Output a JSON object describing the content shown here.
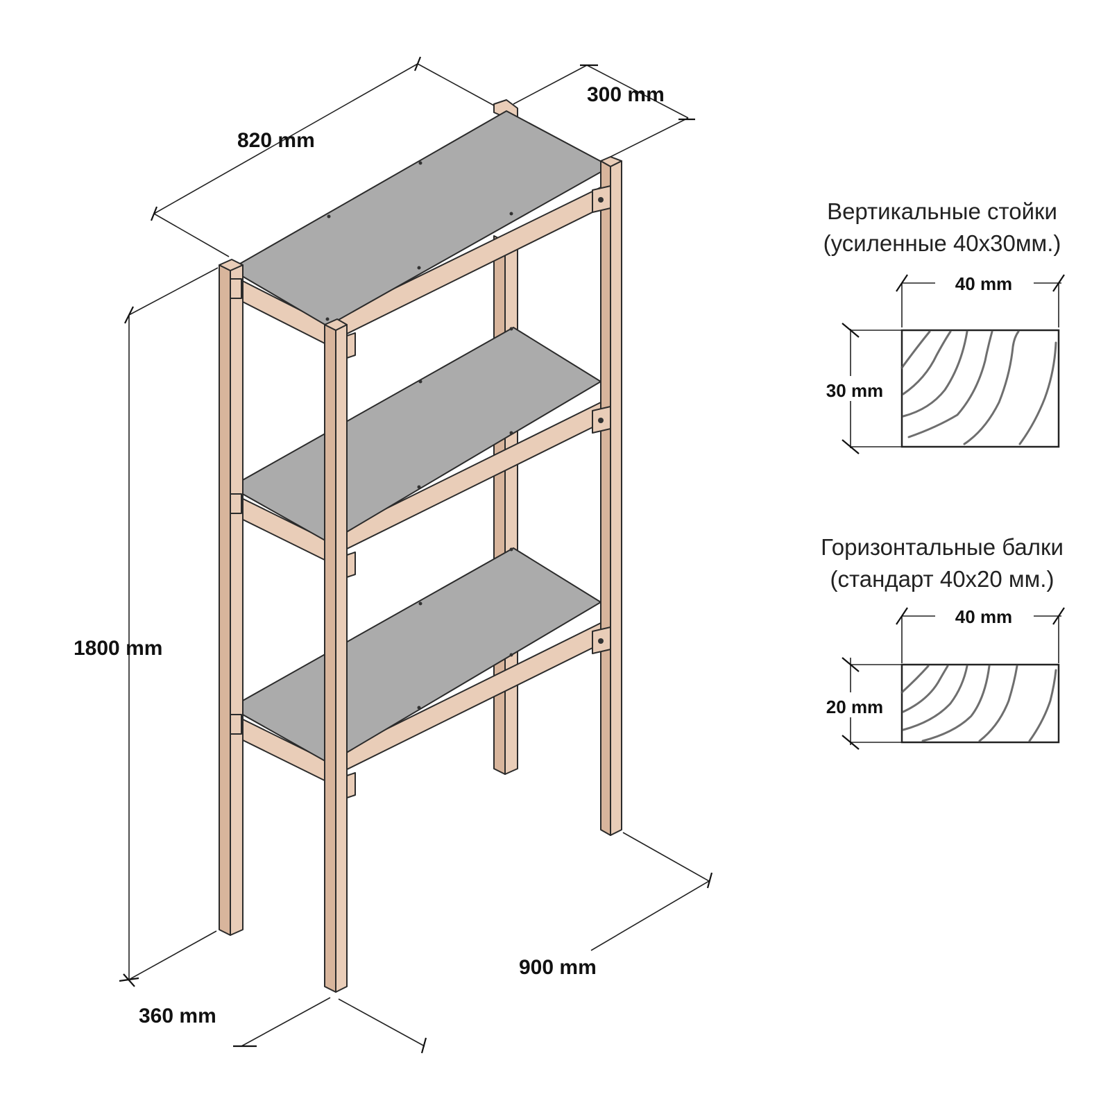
{
  "diagram": {
    "dimensions": {
      "width": "820 mm",
      "depth_top": "300 mm",
      "height": "1800 mm",
      "depth_bottom": "360 mm",
      "width_bottom": "900 mm"
    },
    "vertical_posts": {
      "title_line1": "Вертикальные стойки",
      "title_line2": "(усиленные 40х30мм.)",
      "width_label": "40 mm",
      "height_label": "30 mm"
    },
    "horizontal_beams": {
      "title_line1": "Горизонтальные балки",
      "title_line2": "(стандарт 40х20 мм.)",
      "width_label": "40 mm",
      "height_label": "20 mm"
    },
    "colors": {
      "wood": "#e9cdb8",
      "shelf": "#ababab",
      "line": "#222222"
    }
  }
}
